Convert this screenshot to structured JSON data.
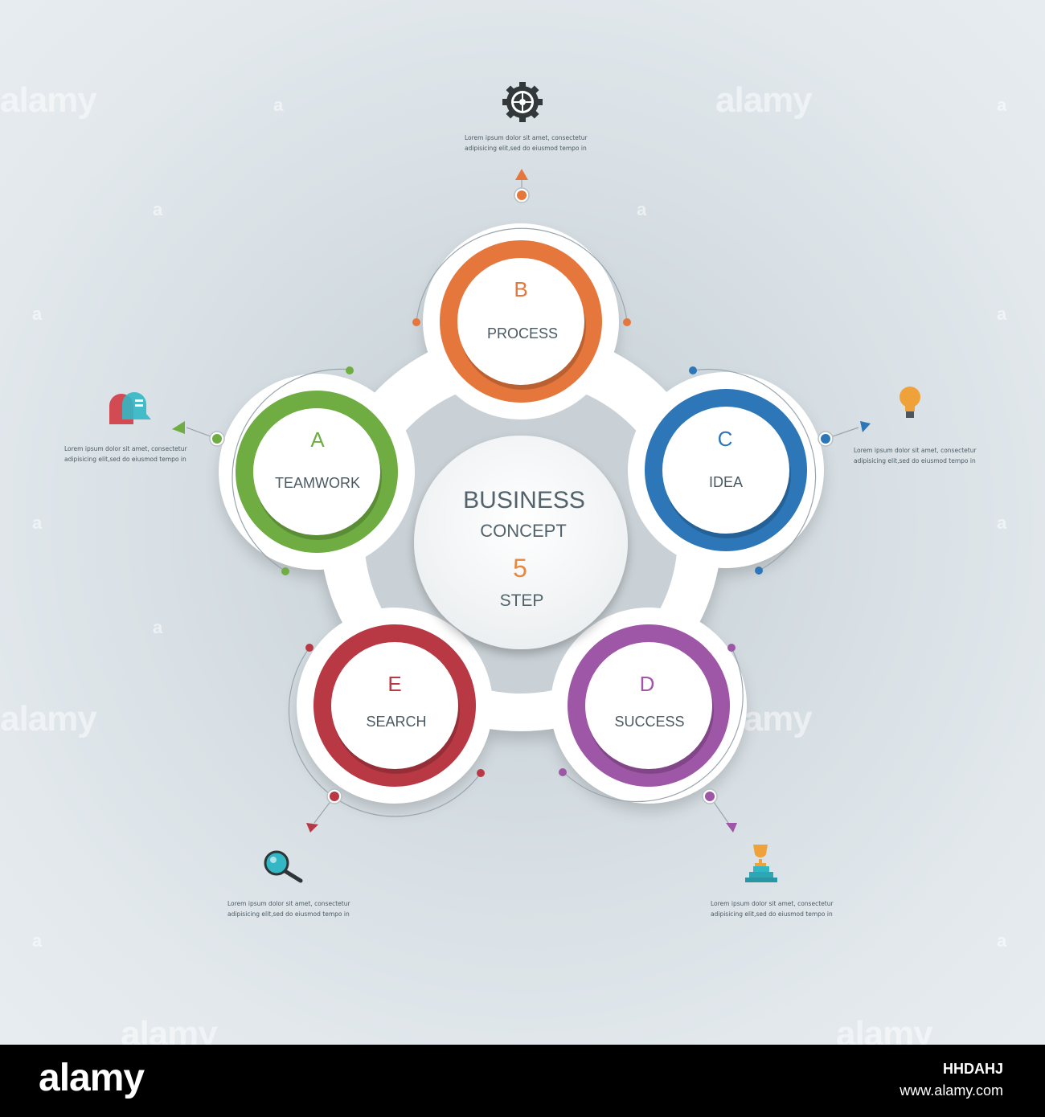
{
  "center": {
    "line1": "BUSINESS",
    "line2": "CONCEPT",
    "number": "5",
    "line3": "STEP"
  },
  "steps": [
    {
      "letter": "A",
      "label": "TEAMWORK",
      "color": "#6fad43",
      "icon": "teamwork-speech-icon"
    },
    {
      "letter": "B",
      "label": "PROCESS",
      "color": "#e5773c",
      "icon": "gear-icon"
    },
    {
      "letter": "C",
      "label": "IDEA",
      "color": "#2d77b9",
      "icon": "lightbulb-icon"
    },
    {
      "letter": "D",
      "label": "SUCCESS",
      "color": "#9e56a6",
      "icon": "trophy-icon"
    },
    {
      "letter": "E",
      "label": "SEARCH",
      "color": "#b83944",
      "icon": "magnifier-icon"
    }
  ],
  "descriptions": {
    "process": [
      "Lorem ipsum dolor sit amet, consectetur",
      "adipisicing elit,sed do eiusmod tempo in"
    ],
    "teamwork": [
      "Lorem ipsum dolor sit amet, consectetur",
      "adipisicing elit,sed do eiusmod tempo in"
    ],
    "idea": [
      "Lorem ipsum dolor sit amet, consectetur",
      "adipisicing elit,sed do eiusmod tempo in"
    ],
    "search": [
      "Lorem ipsum dolor sit amet, consectetur",
      "adipisicing elit,sed do eiusmod tempo in"
    ],
    "success": [
      "Lorem ipsum dolor sit amet, consectetur",
      "adipisicing elit,sed do eiusmod tempo in"
    ]
  },
  "watermark": {
    "brand": "alamy",
    "letter": "a"
  },
  "footer": {
    "brand": "alamy",
    "image_id": "HHDAHJ",
    "url": "www.alamy.com"
  }
}
